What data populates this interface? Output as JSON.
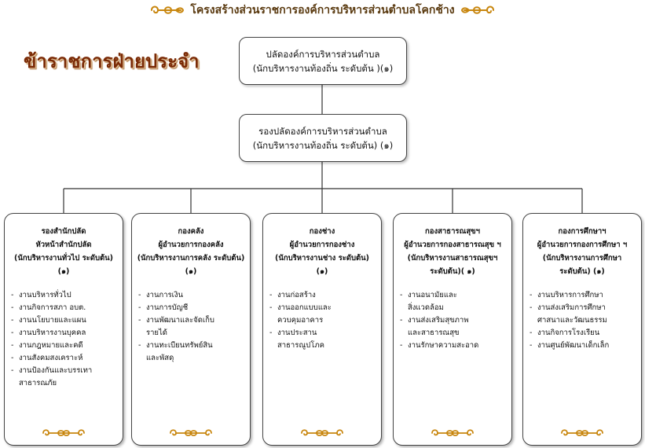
{
  "title": "โครงสร้างส่วนราชการองค์การบริหารส่วนตำบลโคกช้าง",
  "section_label": "ข้าราชการฝ่ายประจำ",
  "colors": {
    "ornament": "#c8860e",
    "section_label": "#7a2a06",
    "border": "#444444"
  },
  "top_node": {
    "line1": "ปลัดองค์การบริหารส่วนตำบล",
    "line2": "(นักบริหารงานท้องถิ่น ระดับต้น )(๑)"
  },
  "deputy_node": {
    "line1": "รองปลัดองค์การบริหารส่วนตำบล",
    "line2": "(นักบริหารงานท้องถิ่น ระดับต้น) (๑)"
  },
  "departments": [
    {
      "head": [
        "รองสำนักปลัด",
        "หัวหน้าสำนักปลัด",
        "(นักบริหารงานทั่วไป ระดับต้น)",
        "(๑)"
      ],
      "tasks": [
        "งานบริหารทั่วไป",
        "งานกิจการสภา อบต.",
        "งานนโยบายและแผน",
        "งานบริหารงานบุคคล",
        "งานกฎหมายและคดี",
        "งานสังคมสงเคราะห์",
        "งานป้องกันและบรรเทา\nสาธารณภัย"
      ]
    },
    {
      "head": [
        "กองคลัง",
        "ผู้อำนวยการกองคลัง",
        "(นักบริหารงานการคลัง ระดับต้น)",
        "(๑)"
      ],
      "tasks": [
        "งานการเงิน",
        "งานการบัญชี",
        "งานพัฒนาและจัดเก็บ\nรายได้",
        "งานทะเบียนทรัพย์สิน\nและพัสดุ"
      ]
    },
    {
      "head": [
        "กองช่าง",
        "ผู้อำนวยการกองช่าง",
        "(นักบริหารงานช่าง ระดับต้น)",
        "(๑)"
      ],
      "tasks": [
        "งานก่อสร้าง",
        "งานออกแบบและ\nควบคุมอาคาร",
        "งานประสาน\nสาธารณูปโภค"
      ]
    },
    {
      "head": [
        "กองสาธารณสุขฯ",
        "ผู้อำนวยการกองสาธารณสุข ฯ",
        "(นักบริหารงานสาธารณสุขฯ",
        "ระดับต้น)( ๑)"
      ],
      "tasks": [
        "งานอนามัยและ\nสิ่งแวดล้อม",
        "งานส่งเสริมสุขภาพ\nและสาธารณสุข",
        "งานรักษาความสะอาด"
      ]
    },
    {
      "head": [
        "กองการศึกษาฯ",
        "ผู้อำนวยการกองการศึกษา ฯ",
        "(นักบริหารงานการศึกษา",
        "ระดับต้น) (๑)"
      ],
      "tasks": [
        "งานบริหารการศึกษา",
        "งานส่งเสริมการศึกษา\nศาสนาและวัฒนธรรม",
        "งานกิจการโรงเรียน",
        "งานศูนย์พัฒนาเด็กเล็ก"
      ]
    }
  ]
}
